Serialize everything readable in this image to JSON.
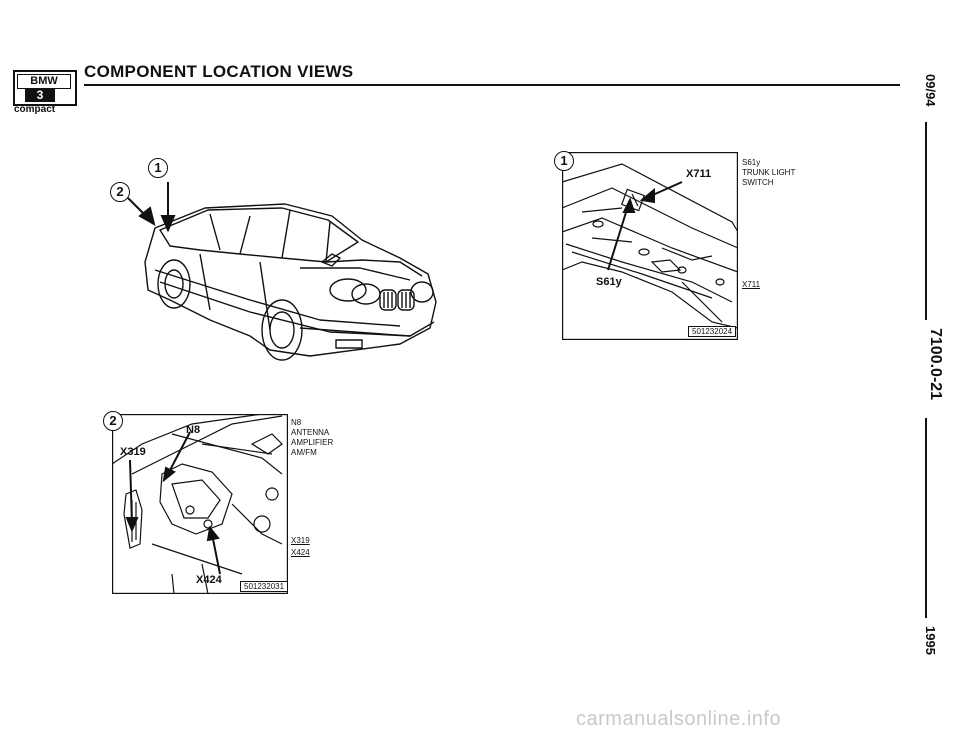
{
  "header": {
    "logo_bmw": "BMW",
    "logo_model": "3",
    "logo_sub": "compact",
    "title": "COMPONENT LOCATION VIEWS"
  },
  "side": {
    "date": "09/94",
    "page_number": "7100.0-21",
    "year": "1995"
  },
  "car_view": {
    "callout_1": "1",
    "callout_2": "2"
  },
  "trunk_view": {
    "panel_number": "1",
    "connector_label": "X711",
    "switch_label": "S61y",
    "legend_s61y": "S61y\nTRUNK LIGHT\nSWITCH",
    "legend_x711": "X711",
    "ref_number": "501232024"
  },
  "antenna_view": {
    "panel_number": "2",
    "n8_label": "N8",
    "x319_label": "X319",
    "x424_label": "X424",
    "legend_n8": "N8\nANTENNA\nAMPLIFIER\nAM/FM",
    "legend_x319": "X319",
    "legend_x424": "X424",
    "ref_number": "501232031"
  },
  "footer": {
    "watermark": "carmanualsonline.info"
  }
}
